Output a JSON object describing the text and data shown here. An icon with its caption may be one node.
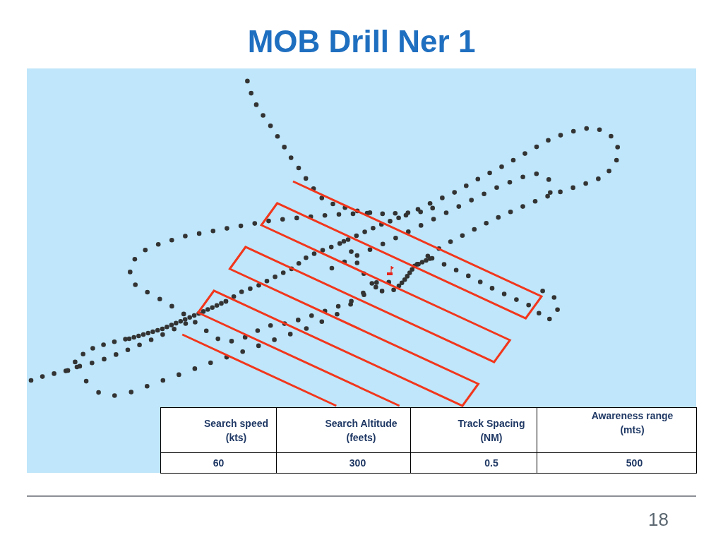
{
  "diagram": {
    "title": "MOB Drill Ner 1",
    "labels": [
      "Search speed (kts)",
      "Search Altitude (feets)",
      "Track Spacing (NM)",
      "Awareness range (mts)",
      "60",
      "300",
      "0.5",
      "500",
      "18"
    ]
  }
}
